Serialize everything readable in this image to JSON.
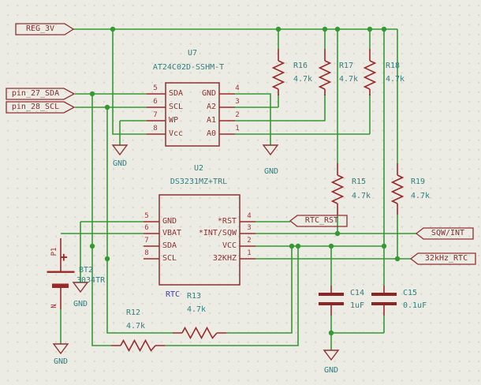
{
  "labels": {
    "reg_3v": "REG_3V",
    "pin_27_sda": "pin_27_SDA",
    "pin_28_scl": "pin_28_SCL",
    "rtc_rst": "RTC_RST",
    "sqw_int": "SQW/INT",
    "khz32_rtc": "32kHz_RTC"
  },
  "u7": {
    "ref": "U7",
    "value": "AT24C02D-SSHM-T",
    "left_pins": [
      {
        "num": "5",
        "name": "SDA"
      },
      {
        "num": "6",
        "name": "SCL"
      },
      {
        "num": "7",
        "name": "WP"
      },
      {
        "num": "8",
        "name": "Vcc"
      }
    ],
    "right_pins": [
      {
        "num": "4",
        "name": "GND"
      },
      {
        "num": "3",
        "name": "A2"
      },
      {
        "num": "2",
        "name": "A1"
      },
      {
        "num": "1",
        "name": "A0"
      }
    ]
  },
  "u2": {
    "ref": "U2",
    "value": "DS3231MZ+TRL",
    "note": "RTC",
    "left_pins": [
      {
        "num": "5",
        "name": "GND"
      },
      {
        "num": "6",
        "name": "VBAT"
      },
      {
        "num": "7",
        "name": "SDA"
      },
      {
        "num": "8",
        "name": "SCL"
      }
    ],
    "right_pins": [
      {
        "num": "4",
        "name": "*RST"
      },
      {
        "num": "3",
        "name": "*INT/SQW"
      },
      {
        "num": "2",
        "name": "VCC"
      },
      {
        "num": "1",
        "name": "32KHZ"
      }
    ]
  },
  "resistors": [
    {
      "ref": "R16",
      "value": "4.7k"
    },
    {
      "ref": "R17",
      "value": "4.7k"
    },
    {
      "ref": "R18",
      "value": "4.7k"
    },
    {
      "ref": "R15",
      "value": "4.7k"
    },
    {
      "ref": "R19",
      "value": "4.7k"
    },
    {
      "ref": "R12",
      "value": "4.7k"
    },
    {
      "ref": "R13",
      "value": "4.7k"
    }
  ],
  "capacitors": [
    {
      "ref": "C14",
      "value": "1uF"
    },
    {
      "ref": "C15",
      "value": "0.1uF"
    }
  ],
  "battery": {
    "ref": "BT2",
    "value": "3034TR",
    "plus": "+",
    "pin_p": "P1",
    "pin_n": "N"
  },
  "gnd": "GND",
  "colors": {
    "wire": "#339a33",
    "symbol_outline": "#8c3130",
    "symbol_lead": "#992a2a",
    "pin_number": "#a03535",
    "field_text": "#2f7f7f",
    "note_blue": "#3a3abf",
    "label_text": "#7e2f2e",
    "background": "#edece4"
  }
}
